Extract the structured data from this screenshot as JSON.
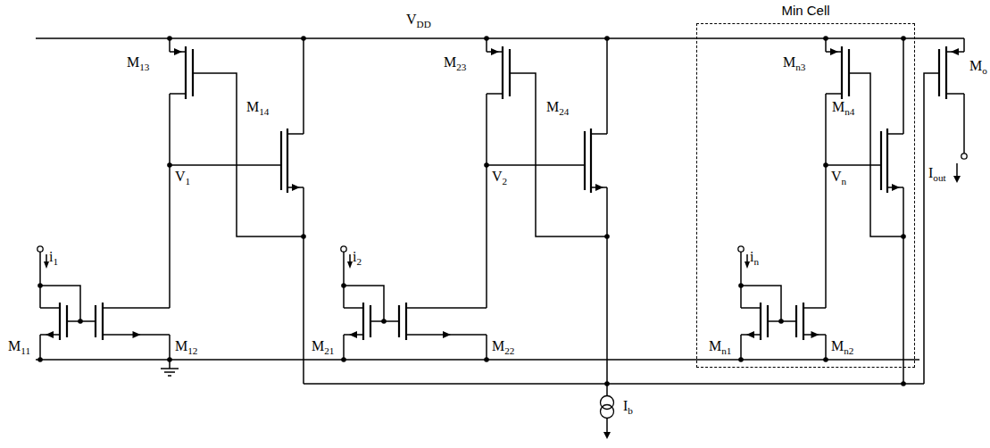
{
  "diagram": {
    "nodes": [
      {
        "text": [
          "Min Cell"
        ]
      }
    ],
    "edges": [],
    "labels": [
      "VDD",
      "M13",
      "M14",
      "V1",
      "i1",
      "M11",
      "M12",
      "M23",
      "M24",
      "V2",
      "i2",
      "M21",
      "M22",
      "Mn3",
      "Mn4",
      "Vn",
      "in",
      "Mn1",
      "Mn2",
      "Mo",
      "Iout",
      "Ib"
    ]
  }
}
